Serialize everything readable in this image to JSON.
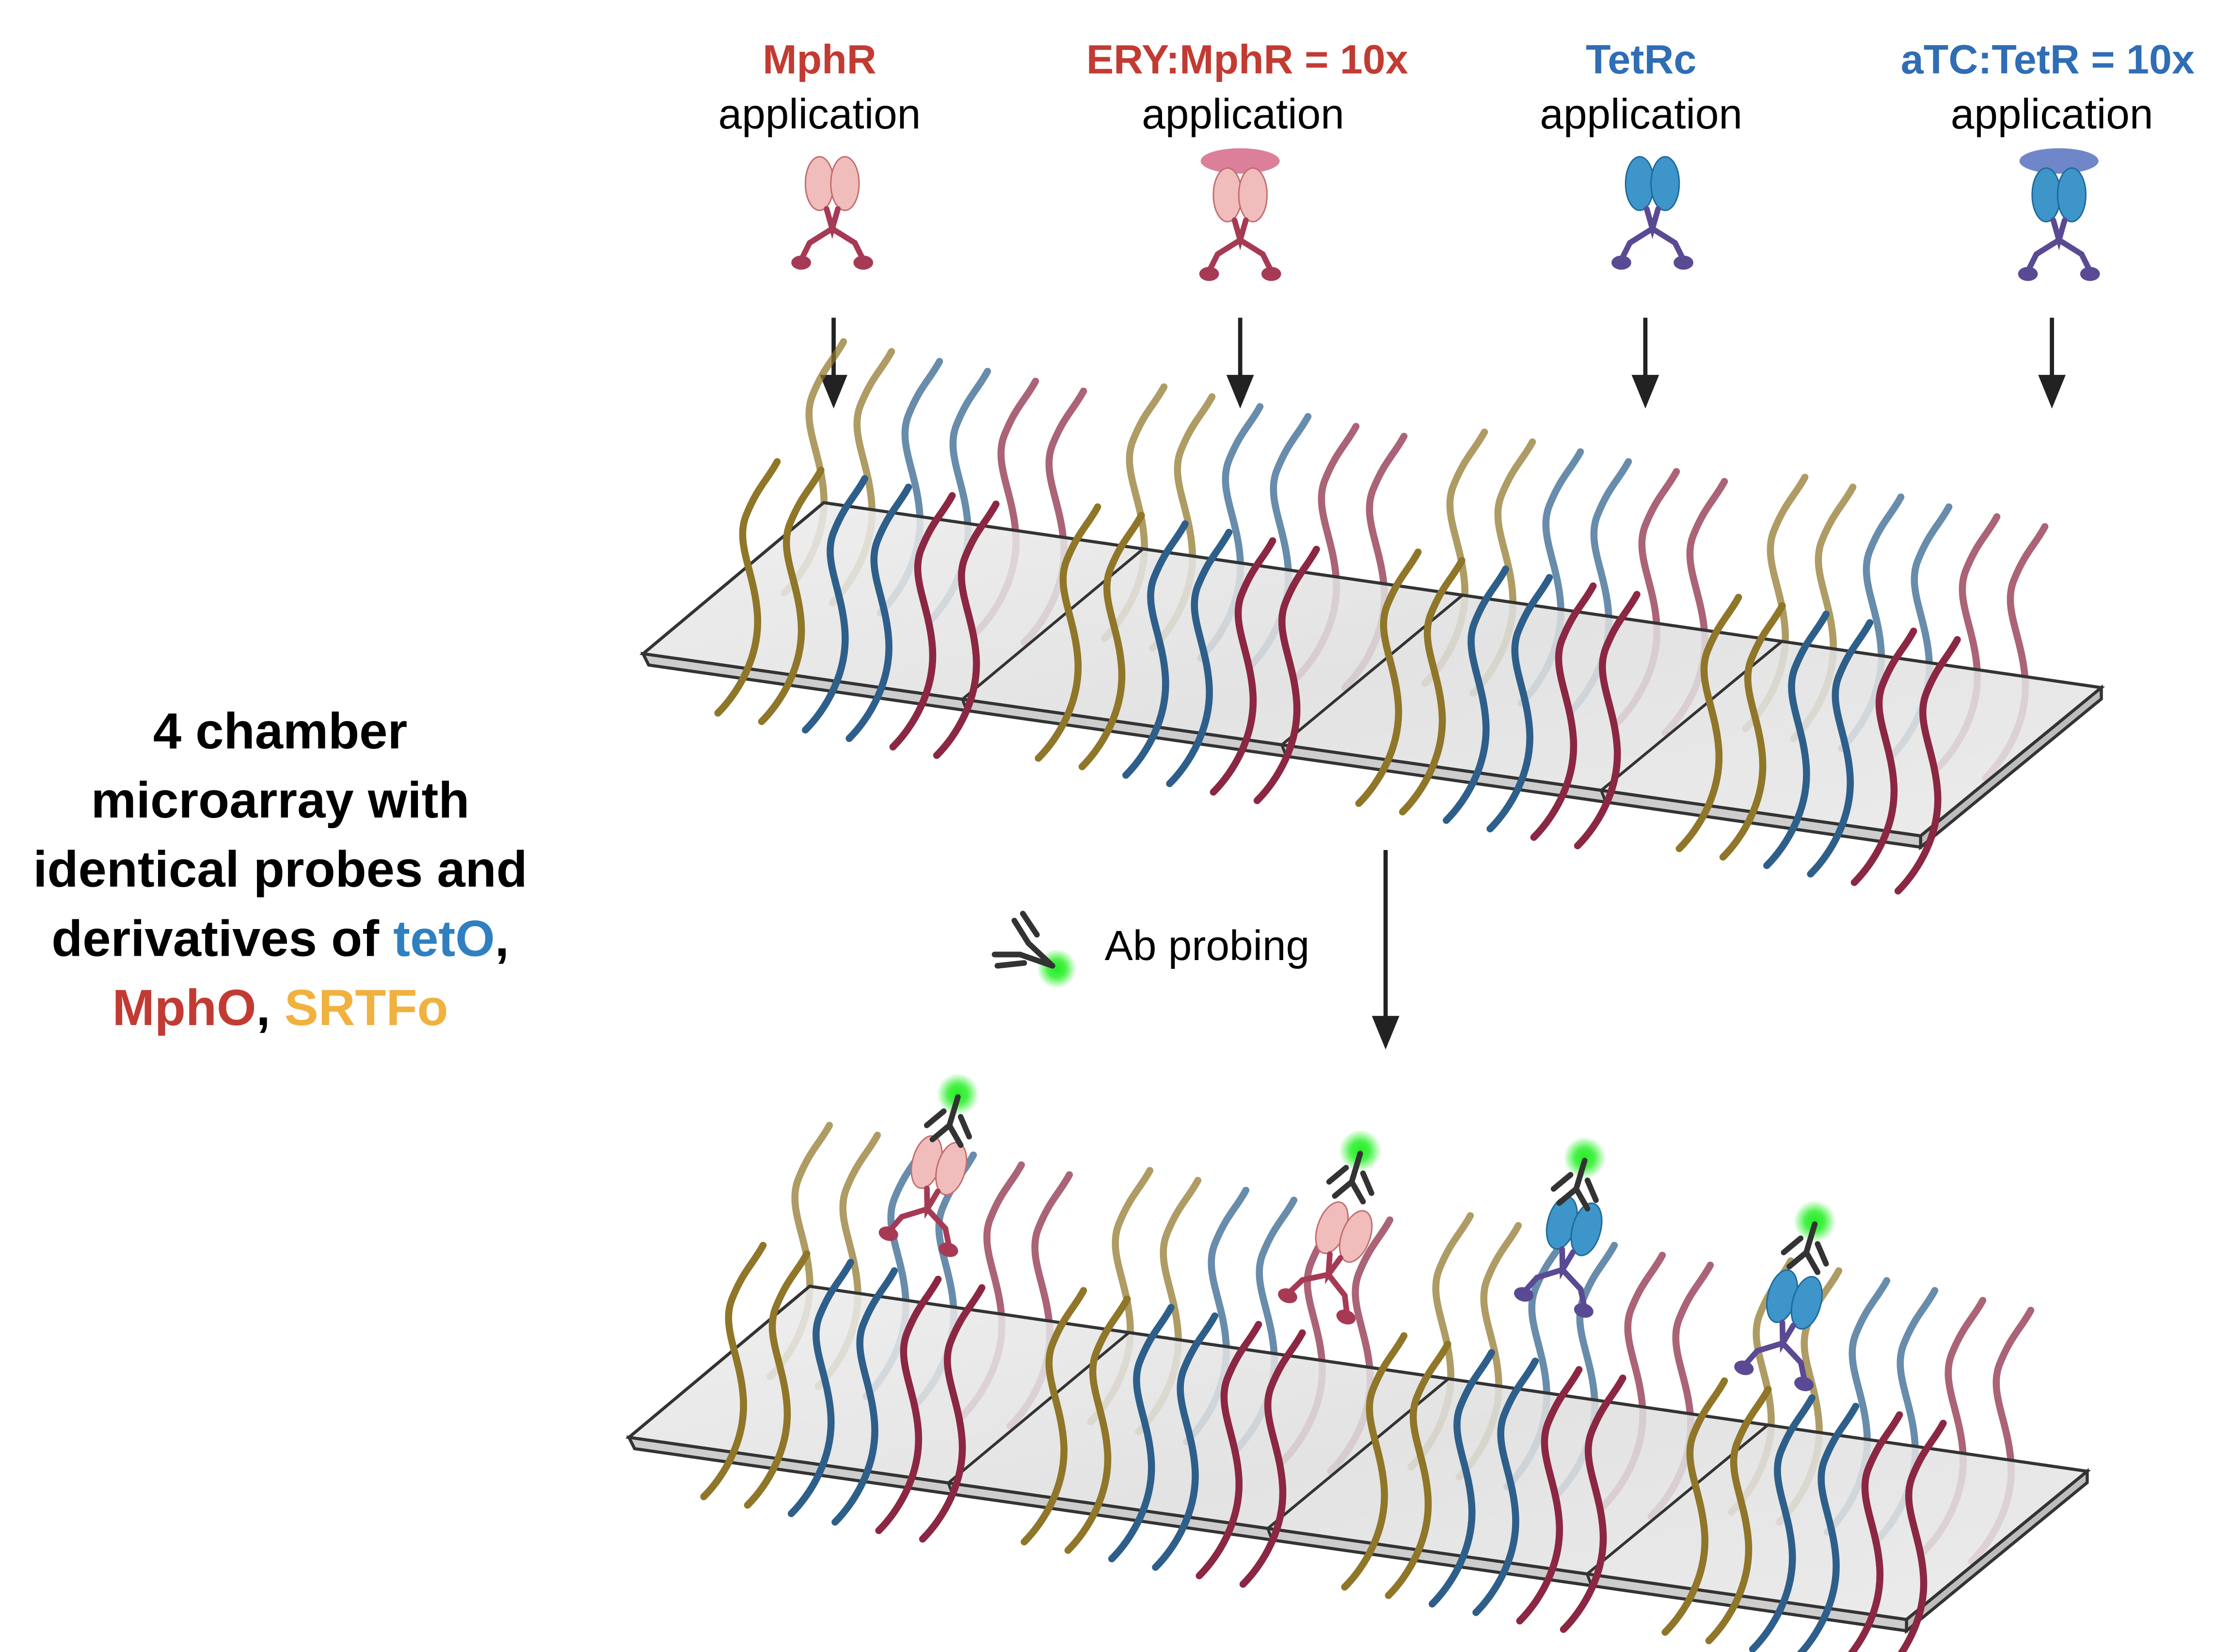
{
  "colors": {
    "mphr_red": "#c23b33",
    "tetr_blue": "#2f6db5",
    "teto_blue": "#2f7fc1",
    "srtfo_orange": "#f0b13e",
    "strand_gold": "#8f7628",
    "strand_blue": "#2e5f8a",
    "strand_red": "#8b2743",
    "glow_green": "#22ee22"
  },
  "applications": [
    {
      "name": "MphR",
      "sub": "application",
      "protein": "mphr",
      "ligand": false
    },
    {
      "name": "ERY:MphR = 10x",
      "sub": "application",
      "protein": "mphr",
      "ligand": true
    },
    {
      "name": "TetRc",
      "sub": "application",
      "protein": "tetr",
      "ligand": false
    },
    {
      "name": "aTC:TetR = 10x",
      "sub": "application",
      "protein": "tetr",
      "ligand": true
    }
  ],
  "left_text": {
    "line1": "4 chamber",
    "line2": "microarray with",
    "line3": "identical probes and",
    "line4_prefix": "derivatives of ",
    "teto": "tetO",
    "comma1": ",",
    "mpho": "MphO",
    "comma2": ", ",
    "srtfo": "SRTFo"
  },
  "ab_probing": "Ab probing"
}
